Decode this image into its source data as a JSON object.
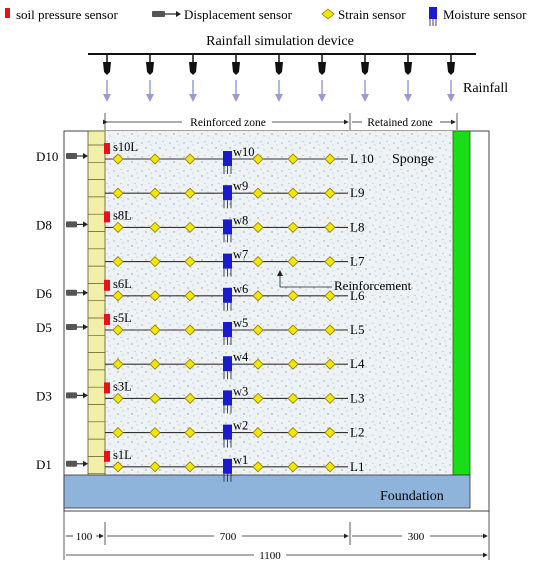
{
  "legend": {
    "soil_pressure": "soil pressure sensor",
    "displacement": "Displacement sensor",
    "strain": "Strain sensor",
    "moisture": "Moisture sensor"
  },
  "rainfall_device": "Rainfall simulation device",
  "rainfall_label": "Rainfall",
  "zones": {
    "reinforced": "Reinforced zone",
    "retained": "Retained zone"
  },
  "sponge_label": "Sponge",
  "reinforcement_label": "Reinforcement",
  "foundation_label": "Foundation",
  "dimensions": {
    "left": "100",
    "middle": "700",
    "right": "300",
    "total": "1100"
  },
  "layers": [
    {
      "L": "L 10",
      "w": "w10",
      "s": "s10L",
      "D": "D10"
    },
    {
      "L": "L9",
      "w": "w9",
      "s": "",
      "D": ""
    },
    {
      "L": "L8",
      "w": "w8",
      "s": "s8L",
      "D": "D8"
    },
    {
      "L": "L7",
      "w": "w7",
      "s": "",
      "D": ""
    },
    {
      "L": "L6",
      "w": "w6",
      "s": "s6L",
      "D": "D6"
    },
    {
      "L": "L5",
      "w": "w5",
      "s": "s5L",
      "D": "D5"
    },
    {
      "L": "L4",
      "w": "w4",
      "s": "",
      "D": ""
    },
    {
      "L": "L3",
      "w": "w3",
      "s": "s3L",
      "D": "D3"
    },
    {
      "L": "L2",
      "w": "w2",
      "s": "",
      "D": ""
    },
    {
      "L": "L1",
      "w": "w1",
      "s": "s1L",
      "D": "D1"
    }
  ],
  "colors": {
    "soil_pressure": "#e8121b",
    "moisture": "#1a1ad0",
    "strain": "#f3e600",
    "sponge": "#19dd19",
    "foundation": "#8fb4dc",
    "facing": "#f1efa8",
    "soil": "#eef3f5",
    "rain_arrow": "#9a9ad8"
  }
}
